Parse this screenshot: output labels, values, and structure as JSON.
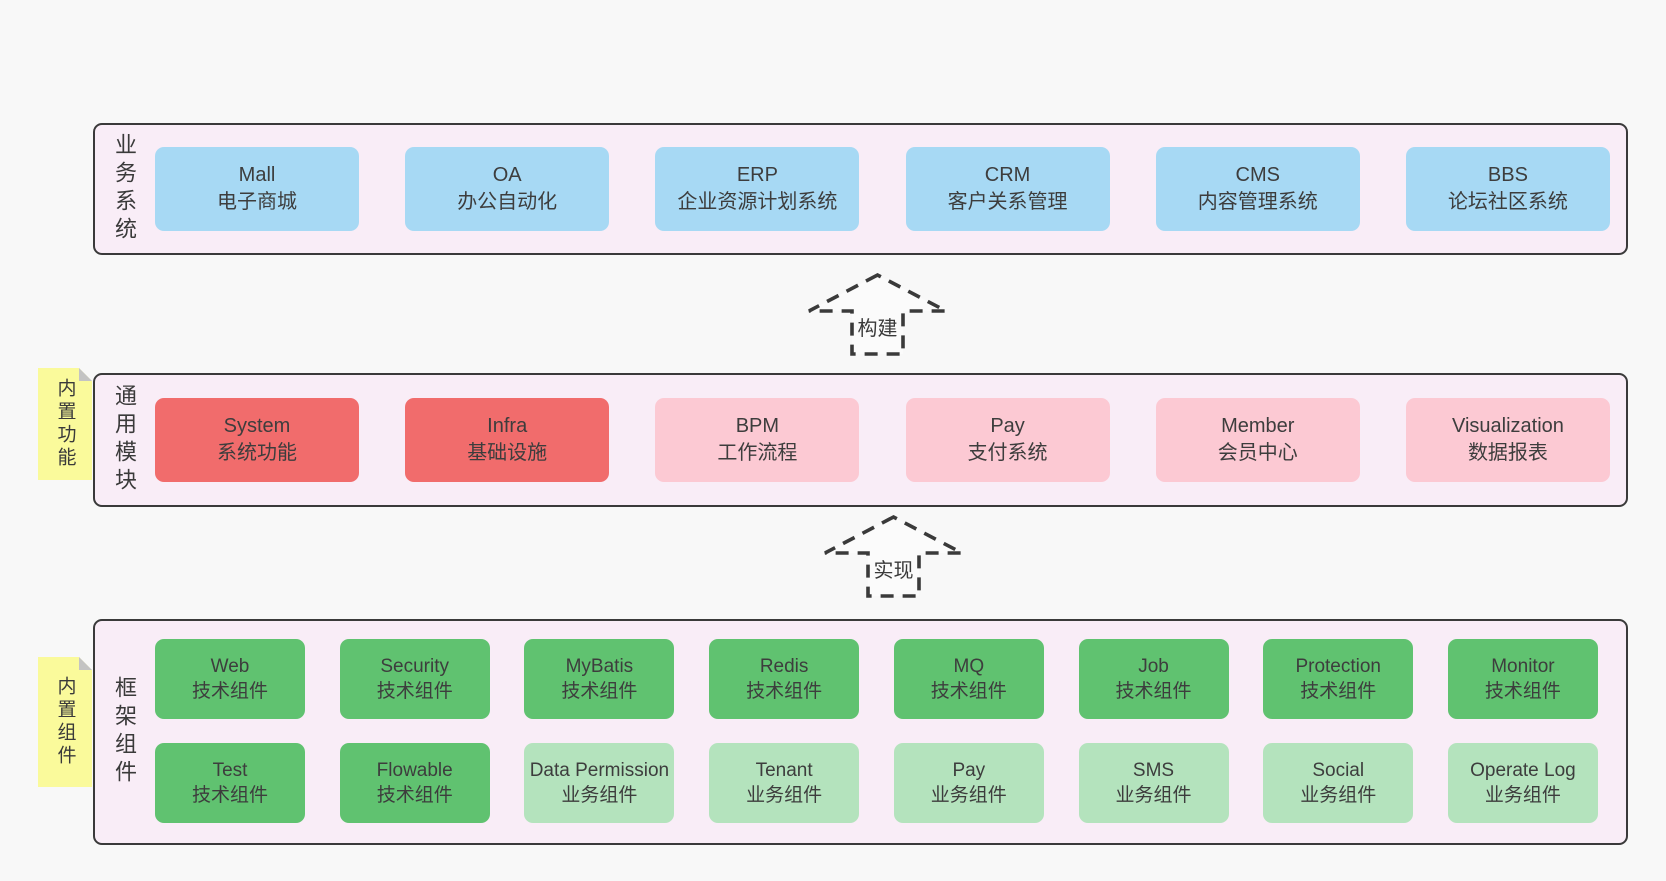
{
  "colors": {
    "page_bg": "#f8f8f8",
    "container_bg": "#f9edf7",
    "container_border": "#3a3a3a",
    "blue_box": "#a7d9f4",
    "red_box": "#f16c6c",
    "pink_box": "#fcc9d3",
    "green_dark_box": "#60c270",
    "green_light_box": "#b4e3bd",
    "note_bg": "#fafa9b",
    "note_fold": "#c3c3c3",
    "text": "#3d3d3d"
  },
  "layers": {
    "business": {
      "label": "业务系统",
      "boxes": [
        {
          "title": "Mall",
          "subtitle": "电子商城"
        },
        {
          "title": "OA",
          "subtitle": "办公自动化"
        },
        {
          "title": "ERP",
          "subtitle": "企业资源计划系统"
        },
        {
          "title": "CRM",
          "subtitle": "客户关系管理"
        },
        {
          "title": "CMS",
          "subtitle": "内容管理系统"
        },
        {
          "title": "BBS",
          "subtitle": "论坛社区系统"
        }
      ]
    },
    "modules": {
      "label": "通用模块",
      "note": "内置功能",
      "boxes": [
        {
          "title": "System",
          "subtitle": "系统功能",
          "variant": "red"
        },
        {
          "title": "Infra",
          "subtitle": "基础设施",
          "variant": "red"
        },
        {
          "title": "BPM",
          "subtitle": "工作流程",
          "variant": "pink"
        },
        {
          "title": "Pay",
          "subtitle": "支付系统",
          "variant": "pink"
        },
        {
          "title": "Member",
          "subtitle": "会员中心",
          "variant": "pink"
        },
        {
          "title": "Visualization",
          "subtitle": "数据报表",
          "variant": "pink"
        }
      ]
    },
    "components": {
      "label": "框架组件",
      "note": "内置组件",
      "row1": [
        {
          "title": "Web",
          "subtitle": "技术组件",
          "variant": "green-dark"
        },
        {
          "title": "Security",
          "subtitle": "技术组件",
          "variant": "green-dark"
        },
        {
          "title": "MyBatis",
          "subtitle": "技术组件",
          "variant": "green-dark"
        },
        {
          "title": "Redis",
          "subtitle": "技术组件",
          "variant": "green-dark"
        },
        {
          "title": "MQ",
          "subtitle": "技术组件",
          "variant": "green-dark"
        },
        {
          "title": "Job",
          "subtitle": "技术组件",
          "variant": "green-dark"
        },
        {
          "title": "Protection",
          "subtitle": "技术组件",
          "variant": "green-dark"
        },
        {
          "title": "Monitor",
          "subtitle": "技术组件",
          "variant": "green-dark"
        }
      ],
      "row2": [
        {
          "title": "Test",
          "subtitle": "技术组件",
          "variant": "green-dark"
        },
        {
          "title": "Flowable",
          "subtitle": "技术组件",
          "variant": "green-dark"
        },
        {
          "title": "Data Permission",
          "subtitle": "业务组件",
          "variant": "green-light"
        },
        {
          "title": "Tenant",
          "subtitle": "业务组件",
          "variant": "green-light"
        },
        {
          "title": "Pay",
          "subtitle": "业务组件",
          "variant": "green-light"
        },
        {
          "title": "SMS",
          "subtitle": "业务组件",
          "variant": "green-light"
        },
        {
          "title": "Social",
          "subtitle": "业务组件",
          "variant": "green-light"
        },
        {
          "title": "Operate Log",
          "subtitle": "业务组件",
          "variant": "green-light"
        }
      ]
    }
  },
  "arrows": [
    {
      "label": "构建"
    },
    {
      "label": "实现"
    }
  ]
}
